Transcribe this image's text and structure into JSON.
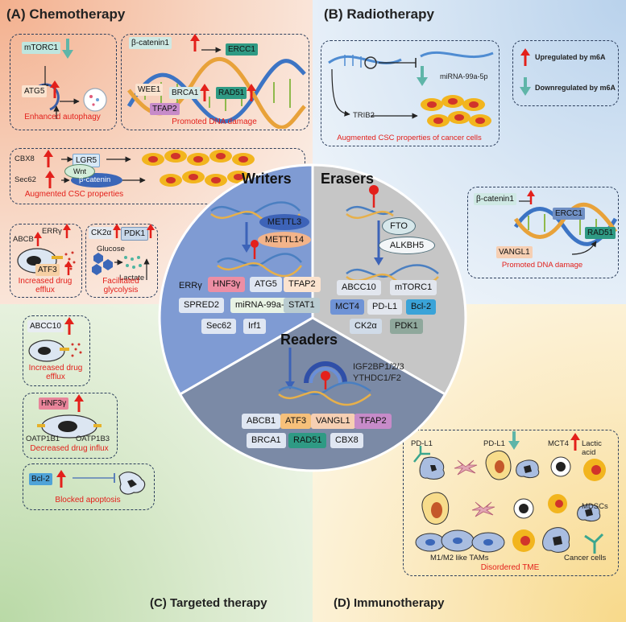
{
  "quadrants": {
    "a": {
      "title": "(A) Chemotherapy"
    },
    "b": {
      "title": "(B) Radiotherapy"
    },
    "c": {
      "title": "(C) Targeted therapy"
    },
    "d": {
      "title": "(D) Immunotherapy"
    }
  },
  "chemo": {
    "autophagy": {
      "mtorc1": "mTORC1",
      "atg5": "ATG5",
      "caption": "Enhanced autophagy"
    },
    "dna_damage": {
      "beta_catenin": "β-catenin1",
      "ercc1": "ERCC1",
      "wee1": "WEE1",
      "brca1": "BRCA1",
      "rad51": "RAD51",
      "tfap2": "TFAP2",
      "caption": "Promoted DNA damage"
    },
    "csc": {
      "cbx8": "CBX8",
      "lgr5": "LGR5",
      "wnt": "Wnt",
      "sec62": "Sec62",
      "beta_catenin": "β-catenin",
      "caption": "Augmented CSC properties"
    },
    "efflux": {
      "abcb": "ABCB",
      "erry": "ERRγ",
      "atf3": "ATF3",
      "caption_line1": "Increased drug",
      "caption_line2": "efflux"
    },
    "glycolysis": {
      "ck2a": "CK2α",
      "pdk1": "PDK1",
      "glucose": "Glucose",
      "lactate": "Lactate",
      "caption_line1": "Facilitated",
      "caption_line2": "glycolysis"
    }
  },
  "radio": {
    "csc": {
      "mirna": "miRNA-99a-5p",
      "trib2": "TRIB2",
      "caption": "Augmented CSC properties of cancer cells"
    },
    "legend": {
      "up": "Upregulated by m6A",
      "down": "Downregulated by m6A"
    },
    "dna_damage": {
      "beta_catenin": "β-catenin1",
      "ercc1": "ERCC1",
      "rad51": "RAD51",
      "vangl1": "VANGL1",
      "caption": "Promoted DNA damage"
    }
  },
  "targeted": {
    "efflux": {
      "abcc10": "ABCC10",
      "caption_line1": "Increased drug",
      "caption_line2": "efflux"
    },
    "influx": {
      "hnf3y": "HNF3γ",
      "oatp1b1": "OATP1B1",
      "oatp1b3": "OATP1B3",
      "caption": "Decreased drug influx"
    },
    "apoptosis": {
      "bcl2": "Bcl-2",
      "caption": "Blocked apoptosis"
    }
  },
  "immuno": {
    "pdl1_a": "PD-L1",
    "pdl1_b": "PD-L1",
    "mct4": "MCT4",
    "lactic_line1": "Lactic",
    "lactic_line2": "acid",
    "mdscs": "MDSCs",
    "tams": "M1/M2 like TAMs",
    "cancer_cells": "Cancer cells",
    "caption": "Disordered TME"
  },
  "center": {
    "writers": {
      "title": "Writers",
      "mettl3": "METTL3",
      "mettl14": "METTL14",
      "targets": [
        "ERRγ",
        "HNF3γ",
        "ATG5",
        "TFAP2",
        "SPRED2",
        "miRNA-99a-5p",
        "STAT1",
        "Sec62",
        "Irf1"
      ]
    },
    "erasers": {
      "title": "Erasers",
      "fto": "FTO",
      "alkbh5": "ALKBH5",
      "targets": [
        "ABCC10",
        "mTORC1",
        "MCT4",
        "PD-L1",
        "Bcl-2",
        "CK2α",
        "PDK1"
      ]
    },
    "readers": {
      "title": "Readers",
      "igf2bp": "IGF2BP1/2/3",
      "ythdc": "YTHDC1/F2",
      "targets": [
        "ABCB1",
        "ATF3",
        "VANGL1",
        "TFAP2",
        "BRCA1",
        "RAD51",
        "CBX8"
      ]
    }
  },
  "colors": {
    "up_arrow": "#e3201b",
    "down_arrow": "#5fb5a8",
    "caption": "#e3201b",
    "box_border": "#2c3e5c"
  }
}
